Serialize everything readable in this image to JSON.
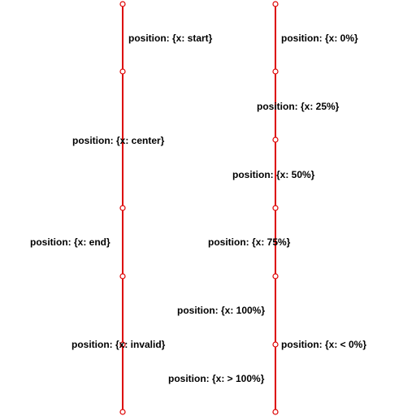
{
  "colors": {
    "line": "#dd0000",
    "text": "#000000",
    "background": "#ffffff"
  },
  "left_column": {
    "start": "position: {x: start}",
    "center": "position: {x: center}",
    "end": "position: {x: end}",
    "invalid": "position: {x: invalid}"
  },
  "right_column": {
    "p0": "position: {x: 0%}",
    "p25": "position: {x: 25%}",
    "p50": "position: {x: 50%}",
    "p75": "position: {x: 75%}",
    "p100": "position: {x: 100%}",
    "lt0": "position: {x: < 0%}",
    "gt100": "position: {x: > 100%}"
  }
}
